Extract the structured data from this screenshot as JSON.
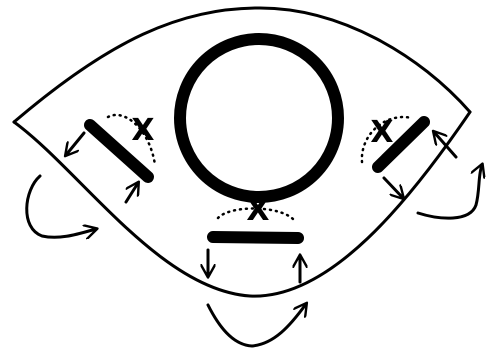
{
  "diagram": {
    "outline_color": "#000000",
    "background_color": "#ffffff",
    "regions": [
      {
        "name": "left",
        "mark": "X"
      },
      {
        "name": "bottom",
        "mark": "X"
      },
      {
        "name": "right",
        "mark": "X"
      }
    ]
  }
}
